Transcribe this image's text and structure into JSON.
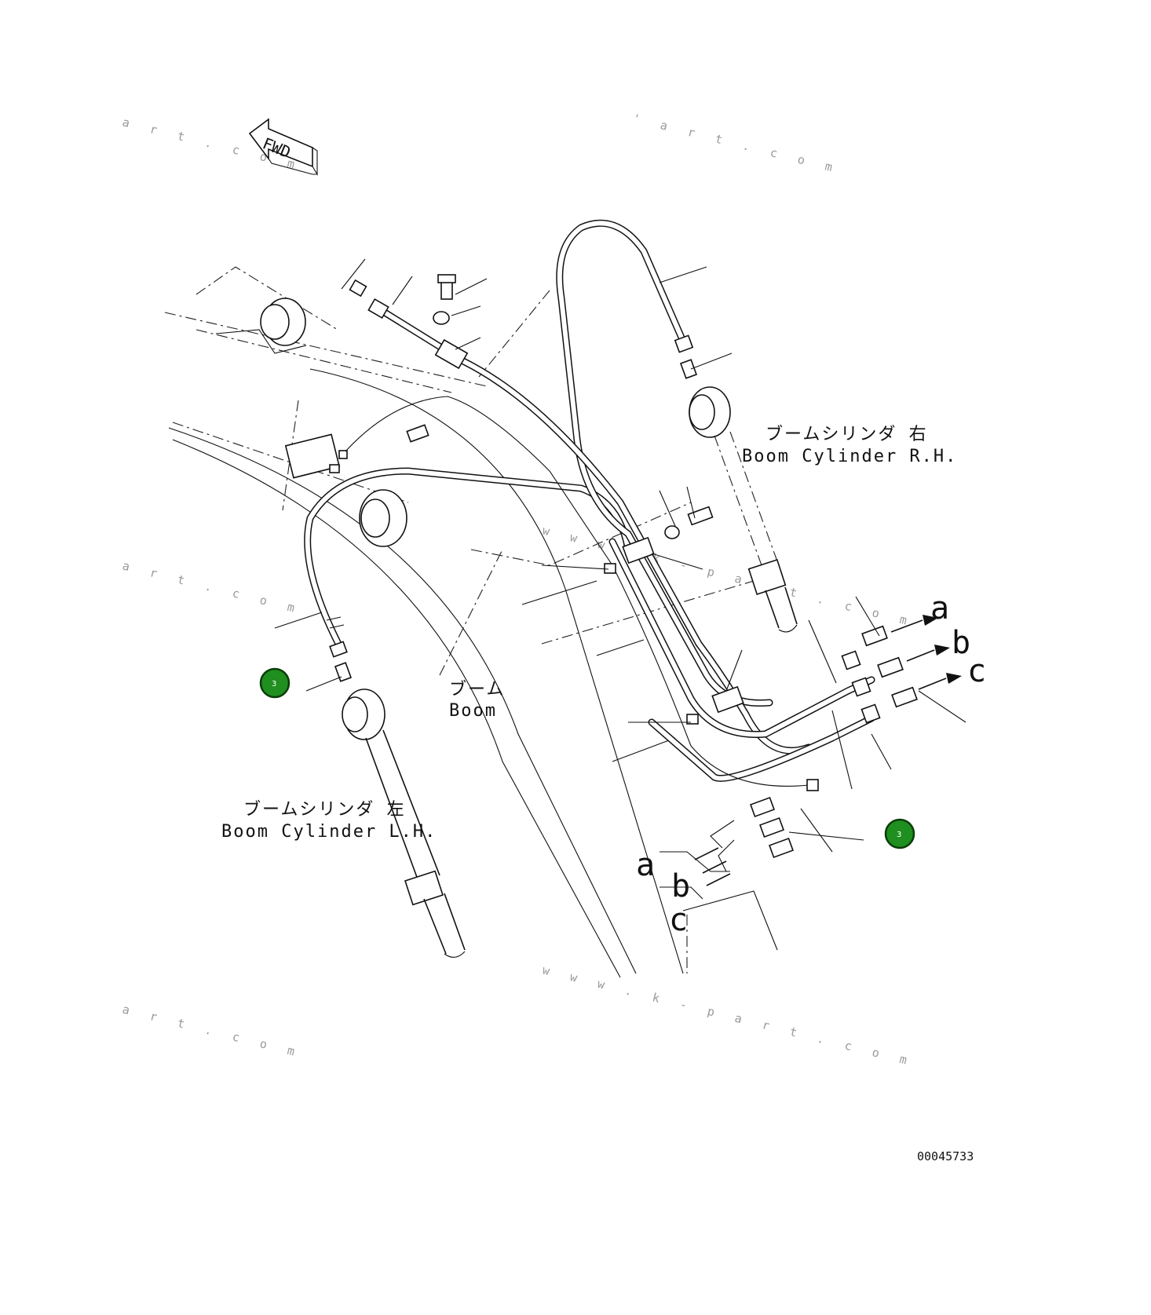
{
  "fwd_label": "FWD",
  "boom_label_jp": "ブーム",
  "boom_label_en": "Boom",
  "cyl_rh_label_jp": "ブームシリンダ 右",
  "cyl_rh_label_en": "Boom Cylinder R.H.",
  "cyl_lh_label_jp": "ブームシリンダ 左",
  "cyl_lh_label_en": "Boom Cylinder L.H.",
  "port_letters_right": [
    "a",
    "b",
    "c"
  ],
  "port_letters_left": [
    "a",
    "b",
    "c"
  ],
  "callout_badges": [
    "3",
    "3"
  ],
  "drawing_number": "00045733",
  "watermarks": [
    "a r t . c o m",
    "' a r t . c o m",
    "a r t . c o m",
    "w w w . k - p a r t . c o m",
    "a r t . c o m",
    "w w w . k - p a r t . c o m"
  ],
  "colors": {
    "badge_fill": "#1f8f1f",
    "line": "#111111",
    "background": "#ffffff"
  }
}
